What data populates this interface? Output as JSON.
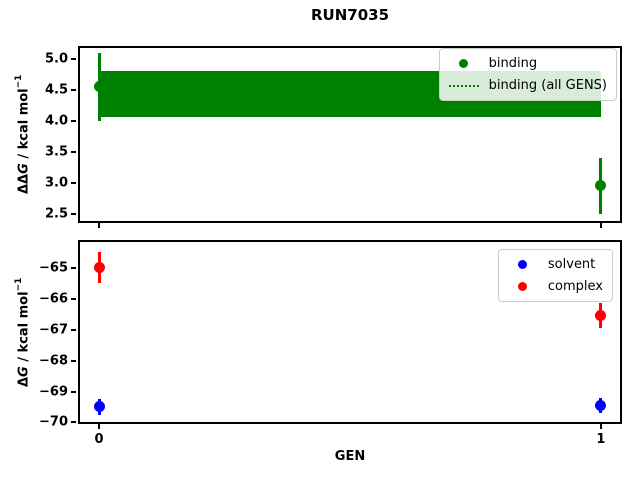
{
  "figure": {
    "title": "RUN7035",
    "xlabel": "GEN",
    "background": "#ffffff"
  },
  "chart_data": [
    {
      "type": "scatter",
      "panel": "ddG-binding",
      "ylabel_text": "ΔΔG / kcal mol−1",
      "ylabel_parts": {
        "prefix": "ΔΔ",
        "var": "G",
        "unit": " / kcal mol",
        "exp": "−1"
      },
      "xlim": [
        -0.042,
        1.042
      ],
      "ylim": [
        2.35,
        5.21
      ],
      "grid": false,
      "yticks": [
        2.5,
        3.0,
        3.5,
        4.0,
        4.5,
        5.0
      ],
      "ytick_labels": [
        "2.5",
        "3.0",
        "3.5",
        "4.0",
        "4.5",
        "5.0"
      ],
      "xticks": [
        0,
        1
      ],
      "xtick_labels": [
        "",
        ""
      ],
      "series": [
        {
          "name": "binding",
          "color": "#008000",
          "marker": "circle",
          "x": [
            0,
            1
          ],
          "y": [
            4.55,
            2.95
          ],
          "yerr": [
            0.55,
            0.45
          ]
        }
      ],
      "band": {
        "name": "binding (all GENS)",
        "color": "#008000",
        "x0": 0,
        "x1": 1,
        "y_low": 4.06,
        "y_high": 4.81,
        "linestyle": "dotted"
      },
      "legend": {
        "position": "upper right",
        "items": [
          {
            "label": "binding",
            "marker": "dot",
            "color": "#008000"
          },
          {
            "label": "binding (all GENS)",
            "marker": "dotted-line",
            "color": "#008000"
          }
        ]
      }
    },
    {
      "type": "scatter",
      "panel": "dG-legs",
      "ylabel_text": "ΔG / kcal mol−1",
      "ylabel_parts": {
        "prefix": "Δ",
        "var": "G",
        "unit": " / kcal mol",
        "exp": "−1"
      },
      "xlim": [
        -0.042,
        1.042
      ],
      "ylim": [
        -70.05,
        -64.1
      ],
      "grid": false,
      "yticks": [
        -65,
        -66,
        -67,
        -68,
        -69,
        -70
      ],
      "ytick_labels": [
        "−65",
        "−66",
        "−67",
        "−68",
        "−69",
        "−70"
      ],
      "xticks": [
        0,
        1
      ],
      "xtick_labels": [
        "0",
        "1"
      ],
      "series": [
        {
          "name": "solvent",
          "color": "#0000ff",
          "marker": "circle",
          "x": [
            0,
            1
          ],
          "y": [
            -69.5,
            -69.45
          ],
          "yerr": [
            0.25,
            0.25
          ]
        },
        {
          "name": "complex",
          "color": "#ff0000",
          "marker": "circle",
          "x": [
            0,
            1
          ],
          "y": [
            -65.0,
            -66.55
          ],
          "yerr": [
            0.5,
            0.4
          ]
        }
      ],
      "legend": {
        "position": "upper right",
        "items": [
          {
            "label": "solvent",
            "marker": "dot",
            "color": "#0000ff"
          },
          {
            "label": "complex",
            "marker": "dot",
            "color": "#ff0000"
          }
        ]
      }
    }
  ]
}
